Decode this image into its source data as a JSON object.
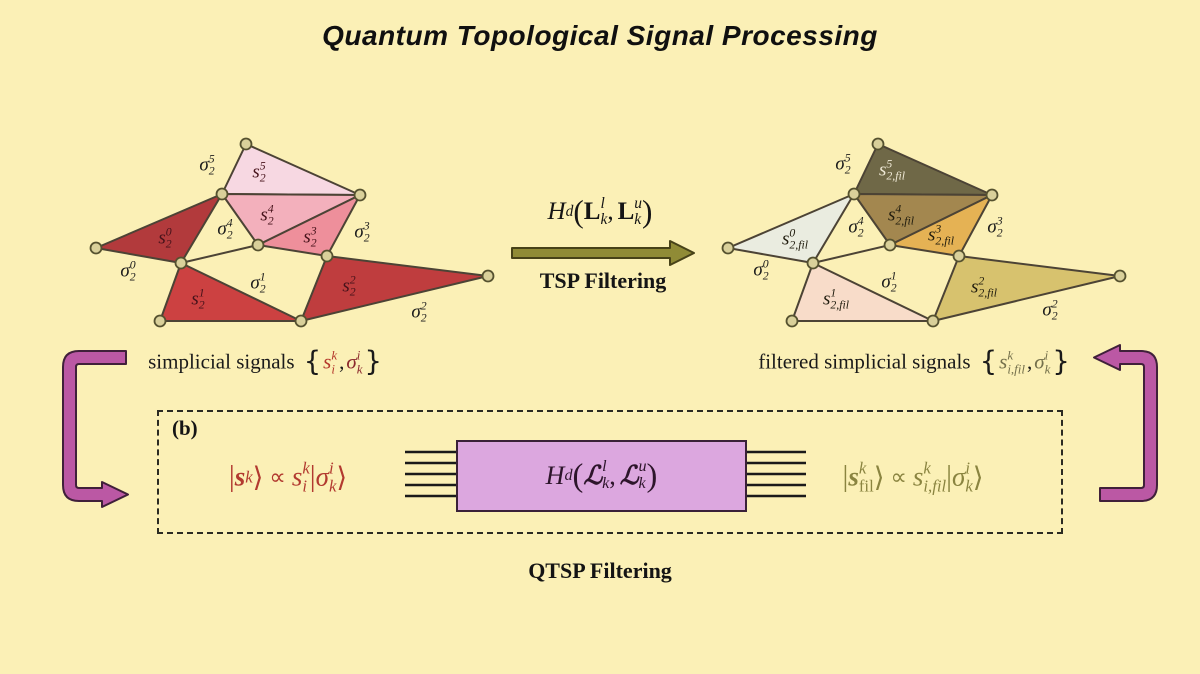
{
  "title": "Quantum Topological Signal Processing",
  "colors": {
    "background": "#fbf0b6",
    "tsp_arrow": "#908b36",
    "loop_arrow": "#bb58a4",
    "circuit_box_fill": "#dca7df",
    "input_formula": "#b23a30",
    "output_formula": "#8a8440",
    "vertex_fill": "#d9d09a",
    "edge_stroke": "#4c4335"
  },
  "left_complex": {
    "triangles": [
      {
        "base": "s",
        "sub": "2",
        "sup": "0",
        "color": "#b23a3c"
      },
      {
        "base": "s",
        "sub": "2",
        "sup": "1",
        "color": "#cc4141"
      },
      {
        "base": "s",
        "sub": "2",
        "sup": "2",
        "color": "#bf3d3e"
      },
      {
        "base": "s",
        "sub": "2",
        "sup": "3",
        "color": "#ee8f9b"
      },
      {
        "base": "s",
        "sub": "2",
        "sup": "4",
        "color": "#f3b0bc"
      },
      {
        "base": "s",
        "sub": "2",
        "sup": "5",
        "color": "#f7d8e2"
      }
    ],
    "sigmas": [
      {
        "base": "σ",
        "sub": "2",
        "sup": "0"
      },
      {
        "base": "σ",
        "sub": "2",
        "sup": "1"
      },
      {
        "base": "σ",
        "sub": "2",
        "sup": "2"
      },
      {
        "base": "σ",
        "sub": "2",
        "sup": "3"
      },
      {
        "base": "σ",
        "sub": "2",
        "sup": "4"
      },
      {
        "base": "σ",
        "sub": "2",
        "sup": "5"
      }
    ],
    "caption": {
      "text": "simplicial signals",
      "brace_l": "{",
      "s": "s",
      "s_sup": "k",
      "s_sub": "i",
      "comma": ",",
      "sigma": "σ",
      "sigma_sup": "i",
      "sigma_sub": "k",
      "brace_r": "}"
    }
  },
  "right_complex": {
    "triangles": [
      {
        "base": "s",
        "sub": "2,fil",
        "sup": "0",
        "color": "#eaece0"
      },
      {
        "base": "s",
        "sub": "2,fil",
        "sup": "1",
        "color": "#f8dcc9"
      },
      {
        "base": "s",
        "sub": "2,fil",
        "sup": "2",
        "color": "#d7c26e"
      },
      {
        "base": "s",
        "sub": "2,fil",
        "sup": "3",
        "color": "#e5b254"
      },
      {
        "base": "s",
        "sub": "2,fil",
        "sup": "4",
        "color": "#a3874f"
      },
      {
        "base": "s",
        "sub": "2,fil",
        "sup": "5",
        "color": "#6f6847"
      }
    ],
    "sigmas": [
      {
        "base": "σ",
        "sub": "2",
        "sup": "0"
      },
      {
        "base": "σ",
        "sub": "2",
        "sup": "1"
      },
      {
        "base": "σ",
        "sub": "2",
        "sup": "2"
      },
      {
        "base": "σ",
        "sub": "2",
        "sup": "3"
      },
      {
        "base": "σ",
        "sub": "2",
        "sup": "4"
      },
      {
        "base": "σ",
        "sub": "2",
        "sup": "5"
      }
    ],
    "caption": {
      "text": "filtered simplicial signals",
      "brace_l": "{",
      "s": "s",
      "s_sup": "k",
      "s_sub": "i,fil",
      "comma": ",",
      "sigma": "σ",
      "sigma_sup": "i",
      "sigma_sub": "k",
      "brace_r": "}"
    }
  },
  "tsp": {
    "formula": {
      "h": "H",
      "h_sub": "d",
      "open": "(",
      "L1": "L",
      "L1_sup": "l",
      "L1_sub": "k",
      "comma": ", ",
      "L2": "L",
      "L2_sup": "u",
      "L2_sub": "k",
      "close": ")"
    },
    "label": "TSP Filtering"
  },
  "circuit": {
    "panel_tag": "(b)",
    "input": {
      "bar": "|",
      "s": "s",
      "s_sup": "k",
      "rangle": "⟩",
      "propto": "∝",
      "coeff": "s",
      "coeff_sup": "k",
      "coeff_sub": "i",
      "bar2": "|",
      "sigma": "σ",
      "sigma_sup": "i",
      "sigma_sub": "k",
      "rangle2": "⟩"
    },
    "box_formula": {
      "h": "H",
      "h_sub": "d",
      "open": "(",
      "L1": "ℒ",
      "L1_sup": "l",
      "L1_sub": "k",
      "comma": ", ",
      "L2": "ℒ",
      "L2_sup": "u",
      "L2_sub": "k",
      "close": ")"
    },
    "output": {
      "bar": "|",
      "s": "s",
      "s_sup": "k",
      "s_sub": "fil",
      "rangle": "⟩",
      "propto": "∝",
      "coeff": "s",
      "coeff_sup": "k",
      "coeff_sub": "i,fil",
      "bar2": "|",
      "sigma": "σ",
      "sigma_sup": "i",
      "sigma_sub": "k",
      "rangle2": "⟩"
    },
    "qtsp_label": "QTSP Filtering"
  }
}
